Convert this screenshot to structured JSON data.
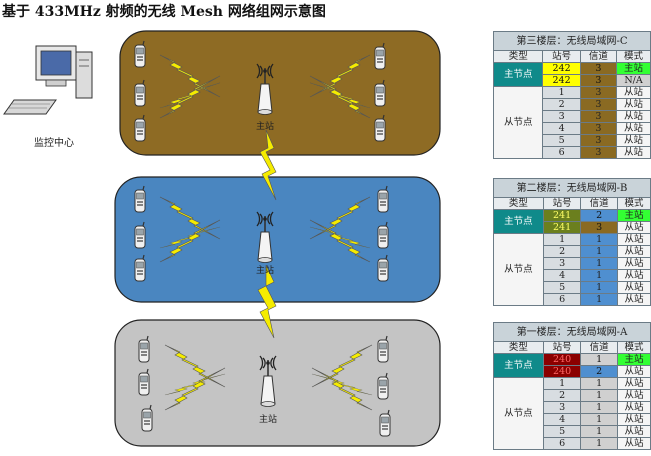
{
  "title": "基于 433MHz 射频的无线 Mesh 网络组网示意图",
  "monitor_label": "监控中心",
  "station_label": "主站",
  "colors": {
    "floor_c_bg": "#8e6b24",
    "floor_b_bg": "#4a86c0",
    "floor_a_bg": "#c4c4c4",
    "bolt": "#f5ec00",
    "main_type_bg": "#0f8a8a",
    "yellow": "#ffff00",
    "green": "#33ff33",
    "brown": "#8a6a22",
    "olive": "#6b7f1e",
    "blue": "#4f8fd0",
    "darkred": "#8b0000",
    "gray": "#d0d0d0"
  },
  "tables": [
    {
      "title": "第三楼层：无线局域网-C",
      "headers": [
        "类型",
        "站号",
        "信道",
        "模式"
      ],
      "main_label": "主节点",
      "sub_label": "从节点",
      "main_rows": [
        {
          "station": "242",
          "channel": "3",
          "mode": "主站",
          "st_bg": "#ffff00",
          "st_fg": "#111",
          "ch_bg": "#8a6a22",
          "ch_fg": "#111",
          "mode_bg": "#33ff33"
        },
        {
          "station": "242",
          "channel": "3",
          "mode": "N/A",
          "st_bg": "#ffff00",
          "st_fg": "#111",
          "ch_bg": "#8a6a22",
          "ch_fg": "#111",
          "mode_bg": "#d0d0d0"
        }
      ],
      "sub_rows": [
        {
          "station": "1",
          "channel": "3",
          "mode": "从站"
        },
        {
          "station": "2",
          "channel": "3",
          "mode": "从站"
        },
        {
          "station": "3",
          "channel": "3",
          "mode": "从站"
        },
        {
          "station": "4",
          "channel": "3",
          "mode": "从站"
        },
        {
          "station": "5",
          "channel": "3",
          "mode": "从站"
        },
        {
          "station": "6",
          "channel": "3",
          "mode": "从站"
        }
      ],
      "sub_channel_bg": "#8a6a22"
    },
    {
      "title": "第二楼层：无线局域网-B",
      "headers": [
        "类型",
        "站号",
        "信道",
        "模式"
      ],
      "main_label": "主节点",
      "sub_label": "从节点",
      "main_rows": [
        {
          "station": "241",
          "channel": "2",
          "mode": "主站",
          "st_bg": "#6b7f1e",
          "st_fg": "#ffff66",
          "ch_bg": "#4f8fd0",
          "ch_fg": "#111",
          "mode_bg": "#33ff33"
        },
        {
          "station": "241",
          "channel": "3",
          "mode": "从站",
          "st_bg": "#6b7f1e",
          "st_fg": "#ffff66",
          "ch_bg": "#8a6a22",
          "ch_fg": "#111",
          "mode_bg": "#f5f5f5"
        }
      ],
      "sub_rows": [
        {
          "station": "1",
          "channel": "1",
          "mode": "从站"
        },
        {
          "station": "2",
          "channel": "1",
          "mode": "从站"
        },
        {
          "station": "3",
          "channel": "1",
          "mode": "从站"
        },
        {
          "station": "4",
          "channel": "1",
          "mode": "从站"
        },
        {
          "station": "5",
          "channel": "1",
          "mode": "从站"
        },
        {
          "station": "6",
          "channel": "1",
          "mode": "从站"
        }
      ],
      "sub_channel_bg": "#4f8fd0"
    },
    {
      "title": "第一楼层：无线局域网-A",
      "headers": [
        "类型",
        "站号",
        "信道",
        "模式"
      ],
      "main_label": "主节点",
      "sub_label": "从节点",
      "main_rows": [
        {
          "station": "240",
          "channel": "1",
          "mode": "主站",
          "st_bg": "#8b0000",
          "st_fg": "#ff6666",
          "ch_bg": "#d0d0d0",
          "ch_fg": "#111",
          "mode_bg": "#33ff33"
        },
        {
          "station": "240",
          "channel": "2",
          "mode": "从站",
          "st_bg": "#8b0000",
          "st_fg": "#ff6666",
          "ch_bg": "#4f8fd0",
          "ch_fg": "#111",
          "mode_bg": "#f5f5f5"
        }
      ],
      "sub_rows": [
        {
          "station": "1",
          "channel": "1",
          "mode": "从站"
        },
        {
          "station": "2",
          "channel": "1",
          "mode": "从站"
        },
        {
          "station": "3",
          "channel": "1",
          "mode": "从站"
        },
        {
          "station": "4",
          "channel": "1",
          "mode": "从站"
        },
        {
          "station": "5",
          "channel": "1",
          "mode": "从站"
        },
        {
          "station": "6",
          "channel": "1",
          "mode": "从站"
        }
      ],
      "sub_channel_bg": "#d0d0d0"
    }
  ]
}
